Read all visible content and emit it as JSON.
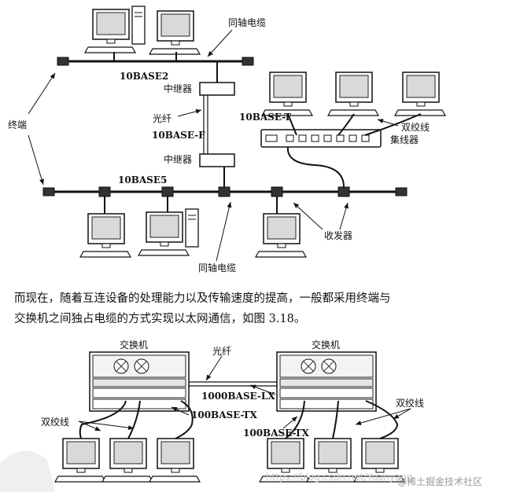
{
  "top_diagram": {
    "labels": {
      "coax_top": "同轴电缆",
      "b10base2": "10BASE2",
      "repeater_top": "中继器",
      "fiber": "光纤",
      "b10basef": "10BASE-F",
      "repeater_bottom": "中继器",
      "terminal": "终端",
      "b10base5": "10BASE5",
      "b10baset": "10BASE-T",
      "twisted_pair": "双绞线",
      "hub": "集线器",
      "transceiver": "收发器",
      "coax_bottom": "同轴电缆"
    }
  },
  "paragraph": {
    "line1": "而现在，随着互连设备的处理能力以及传输速度的提高，一般都采用终端与",
    "line2": "交换机之间独占电缆的方式实现以太网通信，如图 3.18。"
  },
  "bottom_diagram": {
    "labels": {
      "switch_left": "交换机",
      "fiber": "光纤",
      "switch_right": "交换机",
      "b1000baselx": "1000BASE-LX",
      "b100basetx_left": "100BASE-TX",
      "twisted_pair_left": "双绞线",
      "b100basetx_right": "100BASE-TX",
      "twisted_pair_right": "双绞线"
    }
  },
  "watermark": {
    "url": "https://blog.csdn.net/Yuanyang",
    "brand": "@稀土掘金技术社区"
  }
}
